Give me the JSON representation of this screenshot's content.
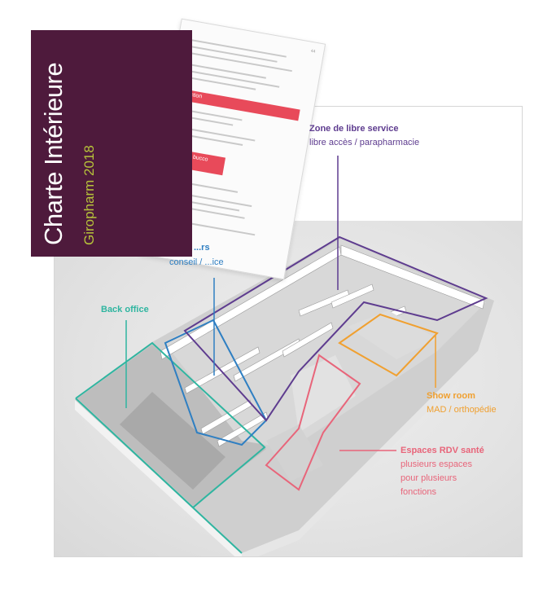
{
  "cover": {
    "title": "Charte Intérieure",
    "subtitle": "Giropharm 2018",
    "bg_color": "#4e1a3c",
    "accent_color": "#b6c23a"
  },
  "document_page": {
    "page_number": "44",
    "highlight_1": "fonction",
    "highlight_2": "hygiène bucco dentaire"
  },
  "zones": {
    "libre_service": {
      "title": "Zone de libre service",
      "subtitle": "libre accès / parapharmacie",
      "color": "#5e3c8f"
    },
    "back_office": {
      "title": "Back office",
      "color": "#2fb5a0"
    },
    "show_room": {
      "title": "Show room",
      "subtitle": "MAD / orthopédie",
      "color": "#f0a030"
    },
    "espaces_rdv": {
      "title": "Espaces RDV santé",
      "line1": "plusieurs espaces",
      "line2": "pour plusieurs",
      "line3": "fonctions",
      "color": "#e8657a"
    },
    "conseil": {
      "title_fragment": "...rs",
      "subtitle_fragment": "conseil / ...ice",
      "color": "#2f7fc2"
    }
  }
}
